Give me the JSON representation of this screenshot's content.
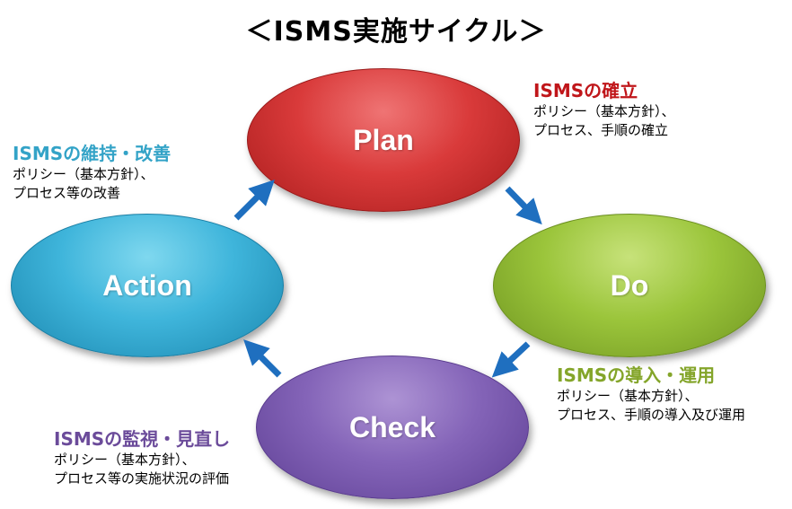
{
  "title": "＜ISMS実施サイクル＞",
  "colors": {
    "plan": "#d93a3a",
    "do": "#9bc53b",
    "check": "#8464b8",
    "action": "#3fb5db",
    "arrow": "#1f6fbf"
  },
  "nodes": {
    "plan": "Plan",
    "do": "Do",
    "check": "Check",
    "action": "Action"
  },
  "descriptions": {
    "plan": {
      "heading": "ISMSの確立",
      "line1": "ポリシー（基本方針）、",
      "line2": "プロセス、手順の確立"
    },
    "do": {
      "heading": "ISMSの導入・運用",
      "line1": "ポリシー（基本方針）、",
      "line2": "プロセス、手順の導入及び運用"
    },
    "check": {
      "heading": "ISMSの監視・見直し",
      "line1": "ポリシー（基本方針）、",
      "line2": "プロセス等の実施状況の評価"
    },
    "action": {
      "heading": "ISMSの維持・改善",
      "line1": "ポリシー（基本方針）、",
      "line2": "プロセス等の改善"
    }
  },
  "arrows": [
    "plan-to-do",
    "do-to-check",
    "check-to-action",
    "action-to-plan"
  ]
}
